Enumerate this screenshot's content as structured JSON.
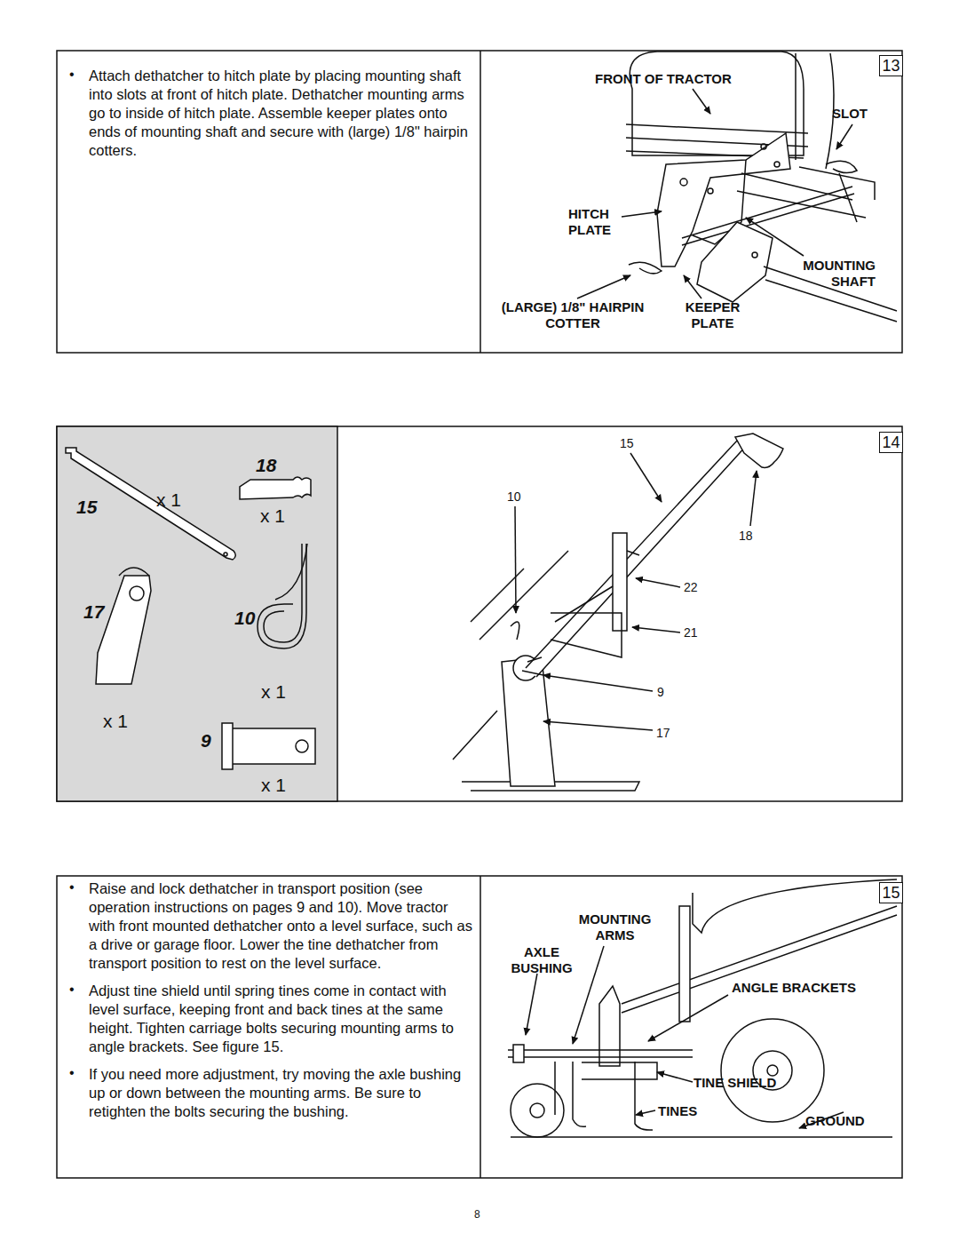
{
  "diagram": {
    "nodes": [
      {
        "text": [
          "•",
          "Attach dethatcher to hitch plate by placing mounting shaft into slots at front of hitch plate. Dethatcher mounting arms go to inside of hitch plate. Assemble keeper plates onto ends of mounting shaft and secure with (large) 1/8\" hairpin cotters."
        ]
      },
      {
        "text": [
          "13"
        ]
      },
      {
        "text": [
          "14"
        ]
      },
      {
        "text": [
          "•",
          "Raise and lock dethatcher in transport position (see operation instructions on pages 9 and 10). Move tractor with front mounted dethatcher onto a level surface, such as a drive or garage floor. Lower the tine dethatcher from transport position to rest on the level surface.",
          "•",
          "Adjust tine shield until spring tines come in contact with level surface, keeping front and back tines at the same height. Tighten carriage bolts securing mounting arms to angle brackets. See figure 15.",
          "•",
          "If you need more adjustment, try moving the axle bushing up or down between the mounting arms. Be sure to retighten the bolts securing the bushing."
        ]
      },
      {
        "text": [
          "15"
        ]
      }
    ],
    "labels": [
      "FRONT OF TRACTOR",
      "SLOT",
      "HITCH PLATE",
      "MOUNTING SHAFT",
      "(LARGE) 1/8\" HAIRPIN COTTER",
      "KEEPER PLATE",
      "18",
      "x 1",
      "15",
      "x 1",
      "17",
      "10",
      "x 1",
      "x 1",
      "9",
      "x 1",
      "15",
      "10",
      "18",
      "22",
      "21",
      "9",
      "17",
      "MOUNTING ARMS",
      "AXLE BUSHING",
      "ANGLE BRACKETS",
      "TINE SHIELD",
      "TINES",
      "GROUND",
      "8"
    ]
  }
}
